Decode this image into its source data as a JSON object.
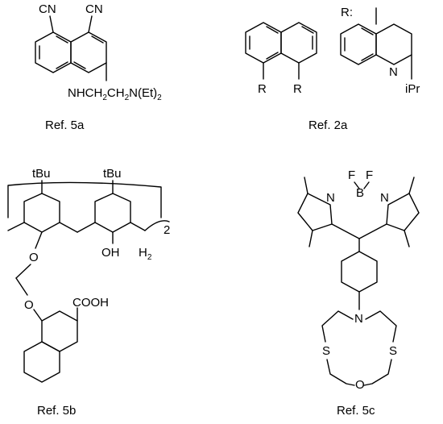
{
  "structures": [
    {
      "id": "ref5a",
      "caption": "Ref. 5a",
      "labels": {
        "cn_left": "CN",
        "cn_right": "CN",
        "substituent": "NHCH",
        "sub1": "2",
        "mid": "CH",
        "sub2": "2",
        "tail": "N(Et)",
        "sub3": "2"
      }
    },
    {
      "id": "ref2a",
      "caption": "Ref. 2a",
      "labels": {
        "r_left": "R",
        "r_right": "R",
        "r_colon": "R:",
        "n_atom": "N",
        "ipr": "iPr"
      }
    },
    {
      "id": "ref5b",
      "caption": "Ref. 5b",
      "labels": {
        "tbu_left": "tBu",
        "tbu_right": "tBu",
        "h2": "H",
        "h2_sub": "2",
        "two": "2",
        "oh": "OH",
        "o_top": "O",
        "o_bottom": "O",
        "cooh": "COOH"
      }
    },
    {
      "id": "ref5c",
      "caption": "Ref. 5c",
      "labels": {
        "f_left": "F",
        "f_right": "F",
        "b_atom": "B",
        "n_left": "N",
        "n_right": "N",
        "n_aza": "N",
        "s_left": "S",
        "s_right": "S",
        "o_ring": "O"
      }
    }
  ]
}
